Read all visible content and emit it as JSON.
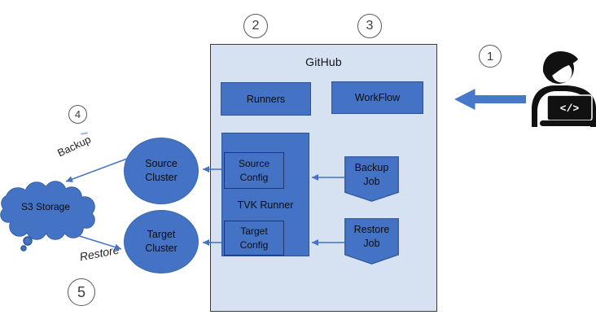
{
  "diagram": {
    "step_markers": {
      "one": "1",
      "two": "2",
      "three": "3",
      "four": "4",
      "five": "5"
    },
    "github": {
      "title": "GitHub",
      "runners": "Runners",
      "workflow": "WorkFlow"
    },
    "tvk_runner": {
      "label": "TVK Runner",
      "source_config_line1": "Source",
      "source_config_line2": "Config",
      "target_config_line1": "Target",
      "target_config_line2": "Config"
    },
    "jobs": {
      "backup_line1": "Backup",
      "backup_line2": "Job",
      "restore_line1": "Restore",
      "restore_line2": "Job"
    },
    "clusters": {
      "source_line1": "Source",
      "source_line2": "Cluster",
      "target_line1": "Target",
      "target_line2": "Cluster"
    },
    "storage_label": "S3 Storage",
    "flow_labels": {
      "backup": "Backup",
      "restore": "Restore"
    },
    "developer": {
      "laptop_glyph": "</>"
    },
    "colors": {
      "shape_blue": "#4472C4",
      "shape_border": "#2F5597",
      "panel_fill": "#D6E2F2",
      "panel_border": "#3B3B3B",
      "arrow_blue": "#4472C4",
      "icon_black": "#111111"
    }
  }
}
